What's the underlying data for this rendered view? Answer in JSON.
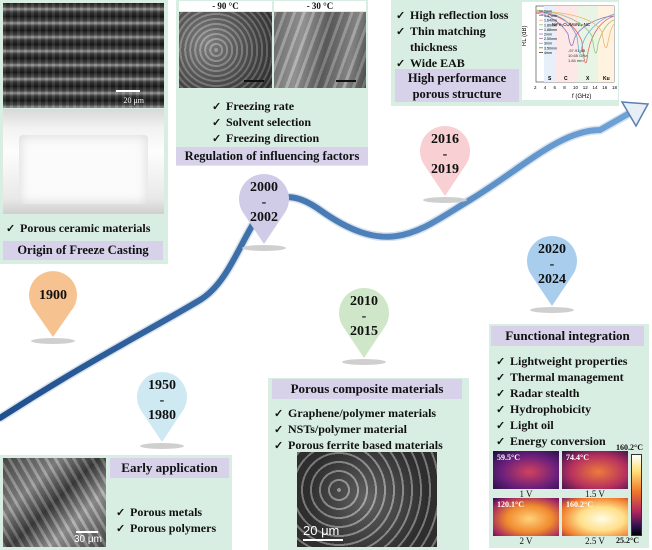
{
  "origin": {
    "scale_label": "20 μm",
    "items": [
      "Porous ceramic materials"
    ],
    "caption": "Origin of Freeze Casting"
  },
  "regulation": {
    "temp_left": "- 90 °C",
    "temp_right": "- 30 °C",
    "items": [
      "Freezing rate",
      "Solvent selection",
      "Freezing direction"
    ],
    "caption": "Regulation of influencing factors"
  },
  "high_perf": {
    "items": [
      "High reflection loss",
      "Thin matching",
      "thickness",
      "Wide EAB"
    ],
    "caption_line1": "High performance",
    "caption_line2": "porous structure",
    "graph": {
      "ylabel": "RL (dB)",
      "xlabel": "f (GHz)",
      "legend_title": "NiFe₂O₄/MoNi₄-NC",
      "legend_left": [
        "2mm",
        "1.47mm",
        "1.64mm",
        "1.80mm",
        "1.88mm",
        "2mm",
        "2.50mm",
        "3mm",
        "3.50mm",
        "4mm"
      ],
      "annotations": [
        "-57.91 dB",
        "10.65 GHz",
        "1.84 mm"
      ],
      "bands": [
        "S",
        "C",
        "X",
        "Ku"
      ],
      "xticks": [
        "2",
        "4",
        "6",
        "8",
        "10",
        "12",
        "14",
        "16",
        "18"
      ]
    }
  },
  "functional": {
    "title": "Functional integration",
    "items": [
      "Lightweight properties",
      "Thermal management",
      "Radar stealth",
      "Hydrophobicity",
      "Light oil",
      "Energy conversion"
    ],
    "thermal_temps": [
      "59.5°C",
      "74.4°C",
      "120.1°C",
      "160.2°C"
    ],
    "thermal_voltages": [
      "1 V",
      "1.5 V",
      "2 V",
      "2.5 V"
    ],
    "scale_max": "160.2°C",
    "scale_min": "25.2°C"
  },
  "composite": {
    "title": "Porous composite materials",
    "items": [
      "Graphene/polymer materials",
      "NSTs/polymer material",
      "Porous ferrite based materials"
    ],
    "scale_label": "20 μm"
  },
  "early": {
    "title": "Early application",
    "items": [
      "Porous metals",
      "Porous polymers"
    ],
    "scale_label": "30 μm"
  },
  "timeline": {
    "pins": [
      {
        "line1": "1900",
        "line2": "",
        "line3": "",
        "color": "#f6c28f"
      },
      {
        "line1": "1950",
        "line2": "-",
        "line3": "1980",
        "color": "#cfe9f2"
      },
      {
        "line1": "2000",
        "line2": "-",
        "line3": "2002",
        "color": "#d0cce8"
      },
      {
        "line1": "2010",
        "line2": "-",
        "line3": "2015",
        "color": "#cfe7c8"
      },
      {
        "line1": "2016",
        "line2": "-",
        "line3": "2019",
        "color": "#f8cfd3"
      },
      {
        "line1": "2020",
        "line2": "-",
        "line3": "2024",
        "color": "#a9cdec"
      }
    ]
  }
}
